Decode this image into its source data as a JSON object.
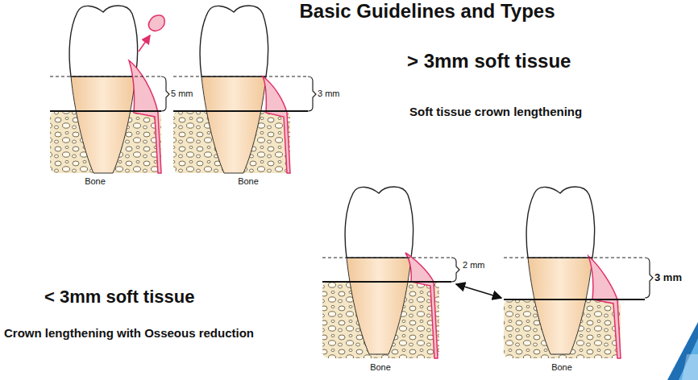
{
  "diagram": {
    "title": "Basic Guidelines and Types",
    "labels": [
      "5 mm",
      "3 mm",
      "Bone",
      "Bone",
      "> 3mm soft tissue",
      "Soft tissue crown lengthening",
      "2 mm",
      "3 mm",
      "< 3mm soft tissue",
      "Crown lengthening with Osseous reduction",
      "Bone",
      "Bone"
    ]
  }
}
